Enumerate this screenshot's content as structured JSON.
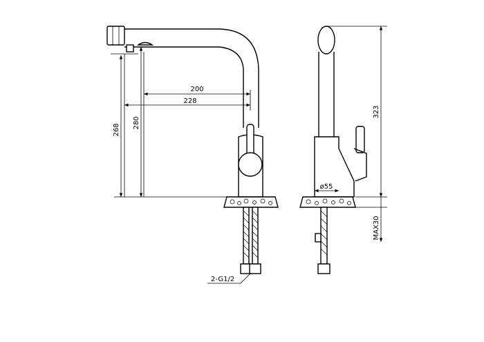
{
  "dimensions": {
    "spout_reach_inner": "200",
    "spout_reach_outer": "228",
    "spout_height_268": "268",
    "spout_height_280": "280",
    "total_height": "323",
    "base_diameter": "ø55",
    "max_counter_thickness": "MAX30",
    "connector": "2-G1/2"
  }
}
